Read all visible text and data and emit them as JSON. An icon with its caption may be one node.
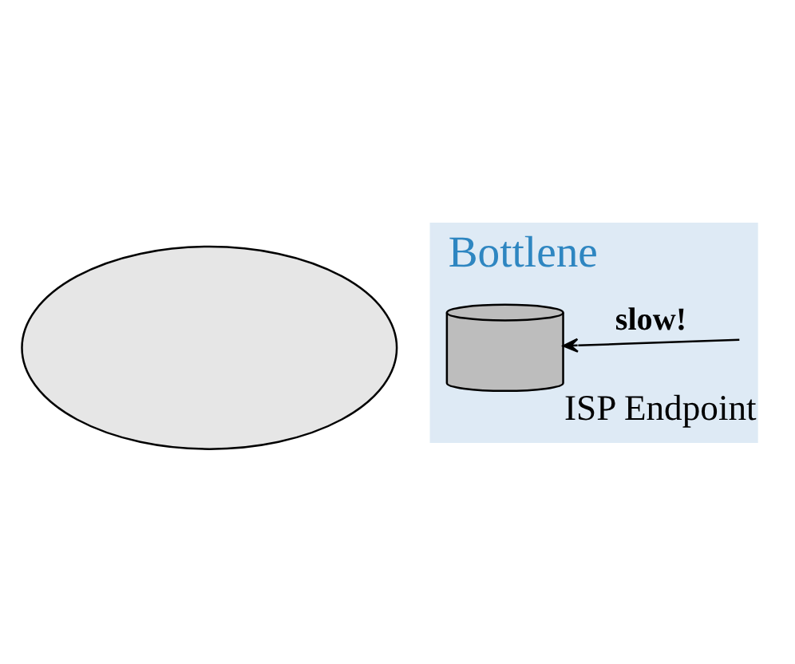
{
  "diagram": {
    "nodes": [
      {
        "text": [
          "Bottlene"
        ]
      },
      {
        "text": [],
        "shape": "cloud"
      },
      {
        "text": [],
        "shape": "cylinder",
        "in": 0,
        "beside": [
          "ISP Endpoint"
        ]
      }
    ],
    "edges": [
      {
        "from": null,
        "to": 2,
        "arrow": "to",
        "label": "slow!"
      }
    ]
  }
}
